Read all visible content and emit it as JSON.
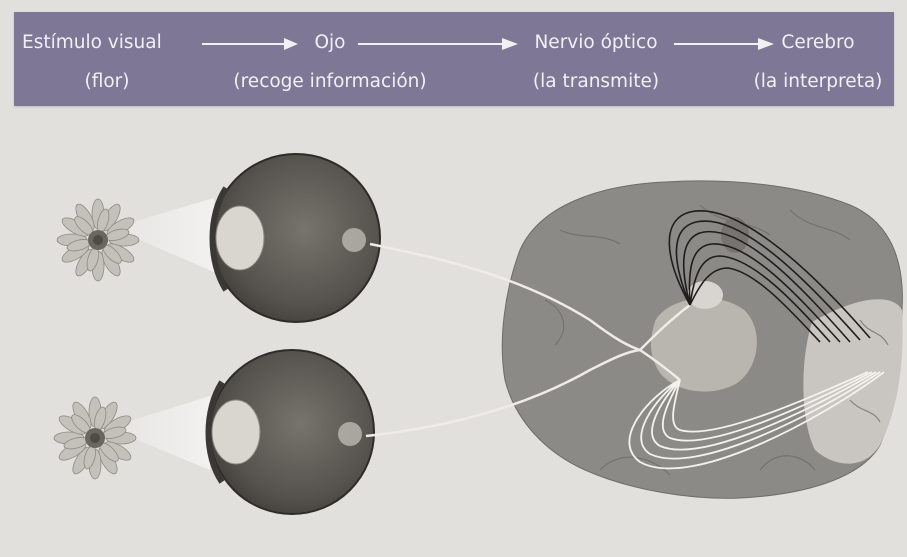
{
  "flow": {
    "stages": [
      {
        "title": "Estímulo visual",
        "subtitle": "(flor)"
      },
      {
        "title": "Ojo",
        "subtitle": "(recoge información)"
      },
      {
        "title": "Nervio óptico",
        "subtitle": "(la transmite)"
      },
      {
        "title": "Cerebro",
        "subtitle": "(la interpreta)"
      }
    ]
  },
  "illustration": {
    "icons": [
      "flower-icon",
      "eye-cross-section-icon",
      "brain-icon"
    ]
  },
  "colors": {
    "banner": "#7e7796",
    "banner_text": "#f2f0f4",
    "page_background": "#e2e0dd",
    "brain": "#8c8a86",
    "visual_cortex": "#c9c6c1",
    "eye": "#595651",
    "flower": "#c4c0ba"
  }
}
